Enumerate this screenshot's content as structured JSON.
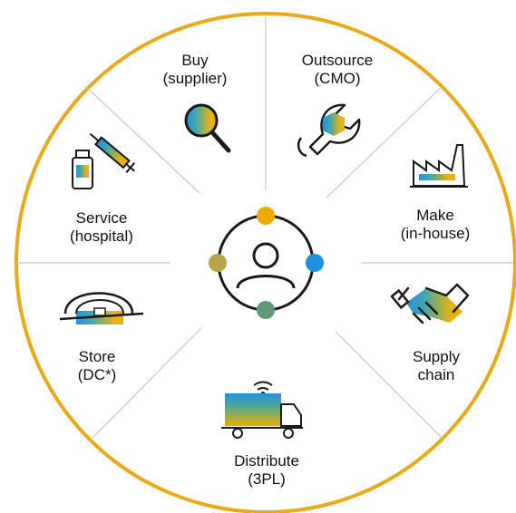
{
  "colors": {
    "ring": "#E8AA1A",
    "divider": "#C8C8C8",
    "ink": "#1a1a1a",
    "gold": "#F0AB00",
    "blue": "#1F8FE0",
    "olive": "#B5A448",
    "green": "#5E9A78",
    "teal": "#46A6A0"
  },
  "segments": [
    {
      "id": "buy",
      "line1": "Buy",
      "line2": "(supplier)",
      "icon": "magnifier-icon"
    },
    {
      "id": "outsource",
      "line1": "Outsource",
      "line2": "(CMO)",
      "icon": "wrench-icon"
    },
    {
      "id": "make",
      "line1": "Make",
      "line2": "(in-house)",
      "icon": "factory-icon"
    },
    {
      "id": "supply",
      "line1": "Supply",
      "line2": "chain",
      "icon": "handshake-icon"
    },
    {
      "id": "distribute",
      "line1": "Distribute",
      "line2": "(3PL)",
      "icon": "truck-icon"
    },
    {
      "id": "store",
      "line1": "Store",
      "line2": "(DC*)",
      "icon": "warehouse-icon"
    },
    {
      "id": "service",
      "line1": "Service",
      "line2": "(hospital)",
      "icon": "syringe-vial-icon"
    }
  ],
  "center": {
    "icon": "network-person-icon"
  }
}
